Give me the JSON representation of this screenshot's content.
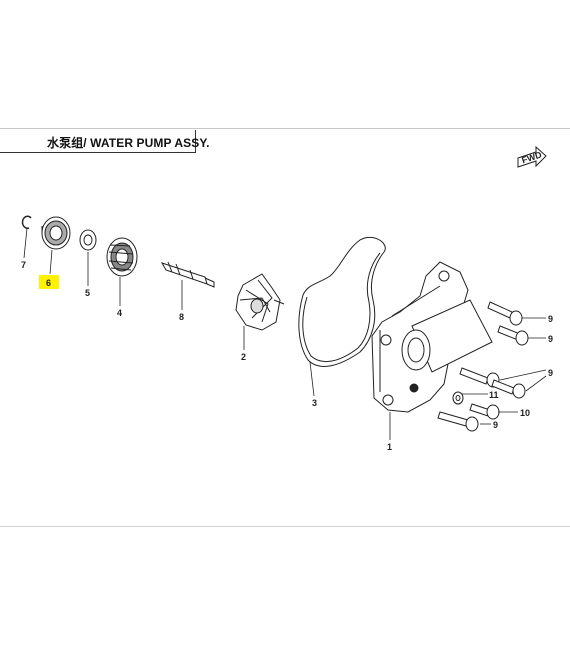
{
  "title": "水泵组/ WATER PUMP ASSY.",
  "fwd_label": "FWD",
  "highlight_color": "#fff200",
  "parts": [
    {
      "id": "1",
      "name": "pump-housing"
    },
    {
      "id": "2",
      "name": "impeller"
    },
    {
      "id": "3",
      "name": "o-ring-gasket"
    },
    {
      "id": "4",
      "name": "mechanical-seal"
    },
    {
      "id": "5",
      "name": "washer"
    },
    {
      "id": "6",
      "name": "bearing",
      "highlighted": true
    },
    {
      "id": "7",
      "name": "circlip"
    },
    {
      "id": "8",
      "name": "pump-shaft"
    },
    {
      "id": "9",
      "name": "bolt"
    },
    {
      "id": "10",
      "name": "bolt"
    },
    {
      "id": "11",
      "name": "washer"
    }
  ],
  "labels": {
    "p1": "1",
    "p2": "2",
    "p3": "3",
    "p4": "4",
    "p5": "5",
    "p6": "6",
    "p7": "7",
    "p8": "8",
    "p9a": "9",
    "p9b": "9",
    "p9c": "9",
    "p9d": "9",
    "p10": "10",
    "p11": "11"
  }
}
